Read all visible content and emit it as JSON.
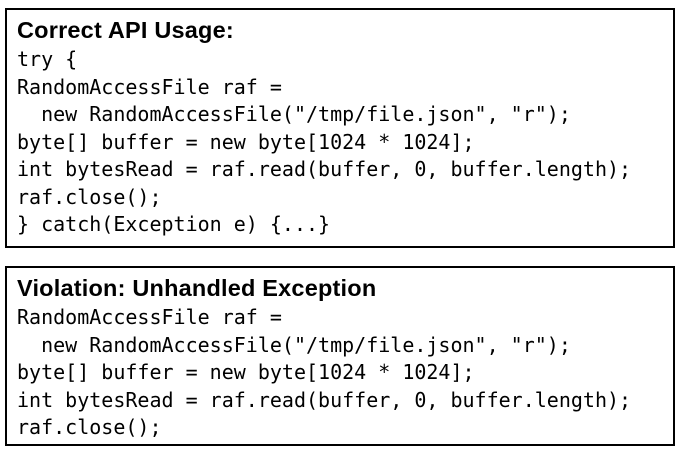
{
  "page": {
    "background_color": "#ffffff",
    "border_color": "#000000",
    "text_color": "#000000"
  },
  "panels": [
    {
      "id": "correct-api-usage",
      "title": "Correct API Usage:",
      "code_lines": [
        "try {",
        "RandomAccessFile raf =",
        "  new RandomAccessFile(\"/tmp/file.json\", \"r\");",
        "byte[] buffer = new byte[1024 * 1024];",
        "int bytesRead = raf.read(buffer, 0, buffer.length);",
        "raf.close();",
        "} catch(Exception e) {...}"
      ]
    },
    {
      "id": "violation-unhandled-exception",
      "title": "Violation: Unhandled Exception",
      "code_lines": [
        "RandomAccessFile raf =",
        "  new RandomAccessFile(\"/tmp/file.json\", \"r\");",
        "byte[] buffer = new byte[1024 * 1024];",
        "int bytesRead = raf.read(buffer, 0, buffer.length);",
        "raf.close();"
      ]
    }
  ]
}
